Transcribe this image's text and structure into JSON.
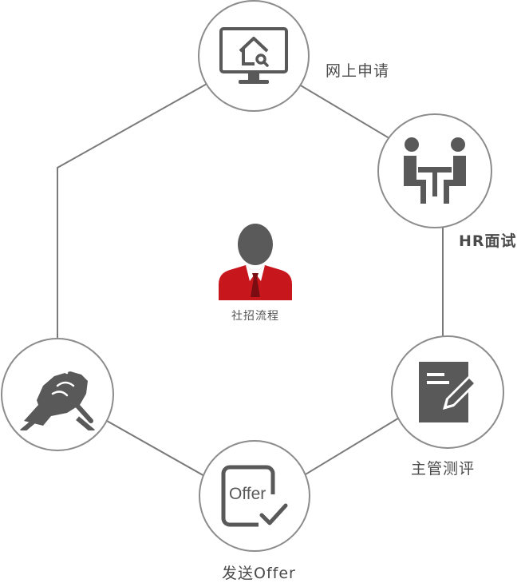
{
  "center": {
    "label": "社招流程"
  },
  "steps": [
    {
      "label": "网上申请",
      "icon": "monitor-home-search-icon"
    },
    {
      "label": "HR面试",
      "icon": "interview-table-icon"
    },
    {
      "label": "主管测评",
      "icon": "notepad-pen-icon"
    },
    {
      "label": "发送Offer",
      "icon": "offer-check-icon"
    },
    {
      "label": "",
      "icon": "handshake-icon"
    }
  ],
  "colors": {
    "accent": "#c8161d",
    "icon": "#595959",
    "ring": "#8c8c8c",
    "line": "#7a7a7a"
  }
}
